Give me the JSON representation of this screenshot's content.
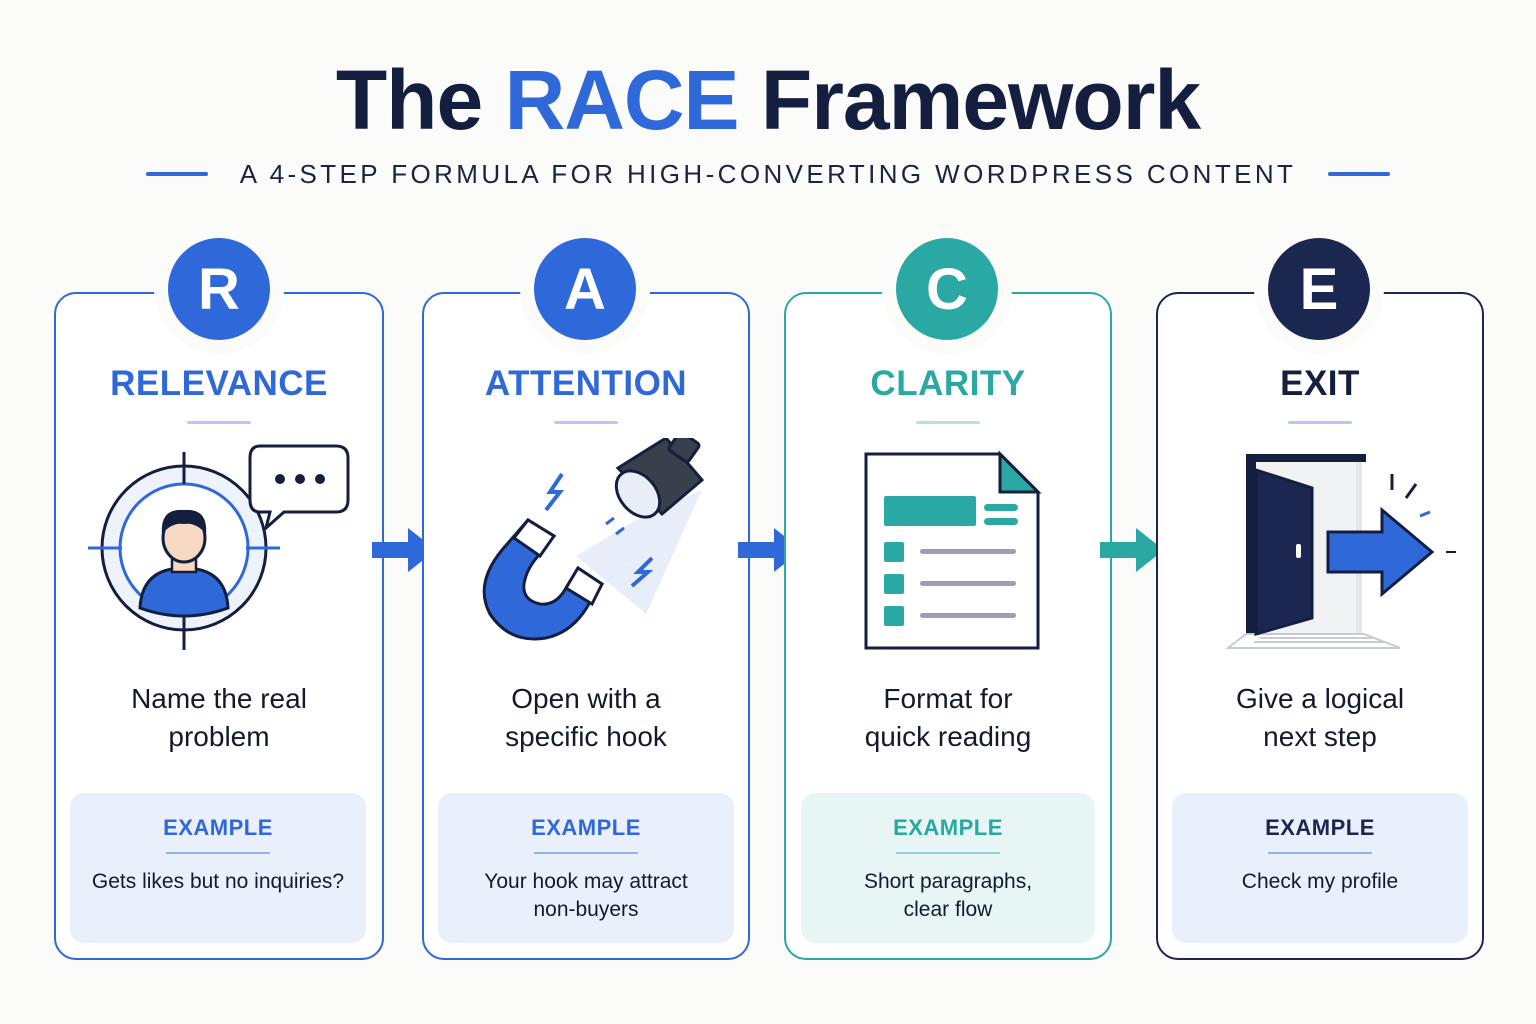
{
  "header": {
    "title_part1": "The",
    "title_accent": "RACE",
    "title_part2": "Framework",
    "subtitle": "A 4-STEP FORMULA FOR HIGH-CONVERTING WORDPRESS CONTENT"
  },
  "colors": {
    "navy": "#141f40",
    "blue": "#2f68d8",
    "teal": "#2aa8a3",
    "dark_navy": "#1b2750"
  },
  "steps": [
    {
      "letter": "R",
      "title": "RELEVANCE",
      "desc_line1": "Name the real",
      "desc_line2": "problem",
      "example_label": "EXAMPLE",
      "example_line1": "Gets likes but no inquiries?",
      "example_line2": "",
      "icon": "target-person-icon"
    },
    {
      "letter": "A",
      "title": "ATTENTION",
      "desc_line1": "Open with a",
      "desc_line2": "specific hook",
      "example_label": "EXAMPLE",
      "example_line1": "Your hook may attract",
      "example_line2": "non-buyers",
      "icon": "magnet-spotlight-icon"
    },
    {
      "letter": "C",
      "title": "CLARITY",
      "desc_line1": "Format for",
      "desc_line2": "quick reading",
      "example_label": "EXAMPLE",
      "example_line1": "Short paragraphs,",
      "example_line2": "clear flow",
      "icon": "document-list-icon"
    },
    {
      "letter": "E",
      "title": "EXIT",
      "desc_line1": "Give a logical",
      "desc_line2": "next step",
      "example_label": "EXAMPLE",
      "example_line1": "Check my profile",
      "example_line2": "",
      "icon": "door-exit-icon"
    }
  ]
}
